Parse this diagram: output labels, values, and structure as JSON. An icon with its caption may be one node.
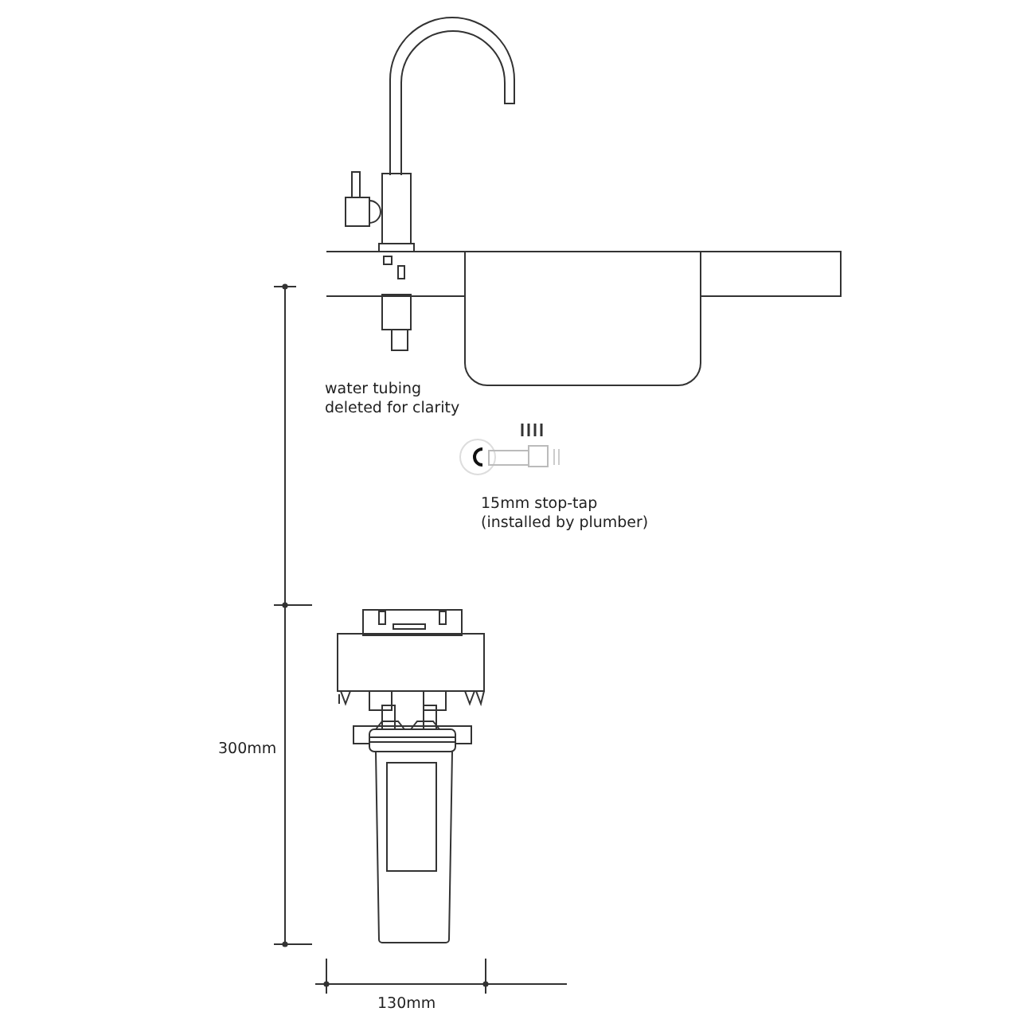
{
  "diagram": {
    "labels": [
      "water tubing deleted for clarity",
      "15mm stop-tap (installed by plumber)",
      "300mm",
      "130mm"
    ]
  }
}
